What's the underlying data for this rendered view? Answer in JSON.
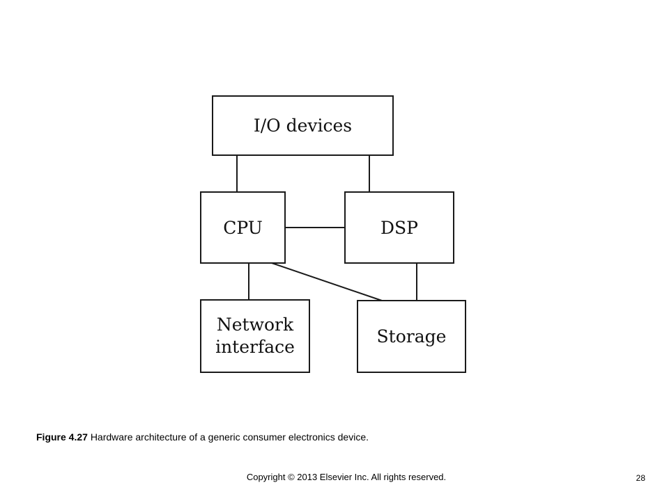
{
  "diagram": {
    "nodes": {
      "io": {
        "lines": [
          "I/O devices"
        ]
      },
      "cpu": {
        "lines": [
          "CPU"
        ]
      },
      "dsp": {
        "lines": [
          "DSP"
        ]
      },
      "network": {
        "lines": [
          "Network",
          "interface"
        ]
      },
      "storage": {
        "lines": [
          "Storage"
        ]
      }
    },
    "connections": [
      {
        "from": "cpu",
        "to": "io"
      },
      {
        "from": "dsp",
        "to": "io"
      },
      {
        "from": "cpu",
        "to": "dsp"
      },
      {
        "from": "cpu",
        "to": "network"
      },
      {
        "from": "cpu",
        "to": "storage"
      },
      {
        "from": "dsp",
        "to": "storage"
      }
    ]
  },
  "caption": {
    "label": "Figure 4.27",
    "text": "Hardware architecture of a generic consumer electronics device."
  },
  "footer": {
    "copyright": "Copyright © 2013 Elsevier Inc. All rights reserved.",
    "page_number": "28"
  }
}
